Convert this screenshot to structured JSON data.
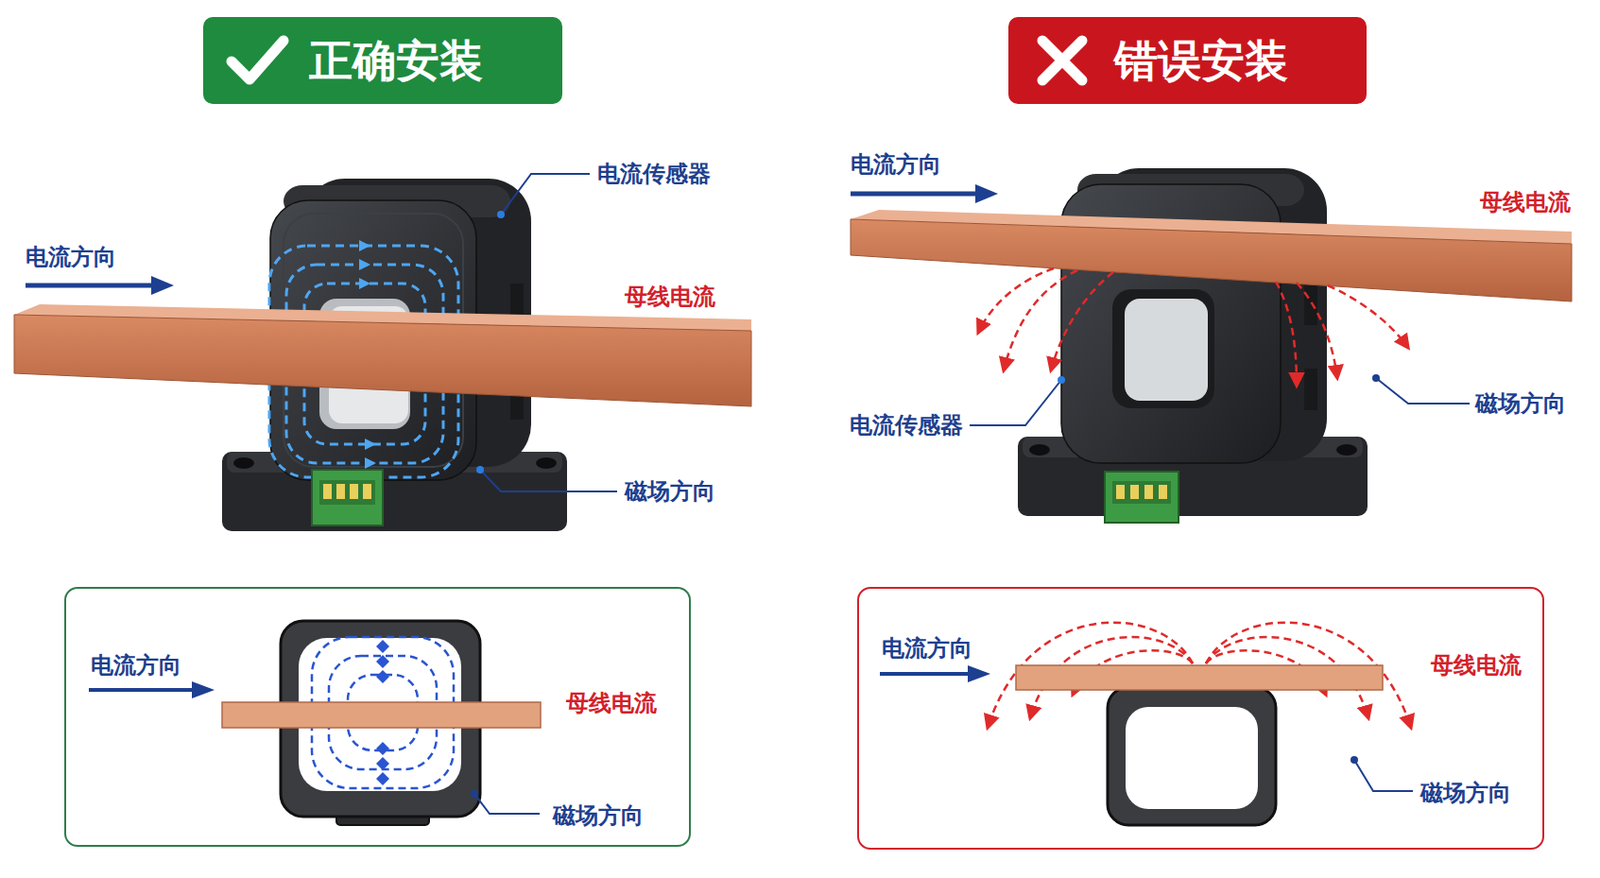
{
  "diagram": {
    "nodes": [
      {
        "text": [
          "正确安装"
        ]
      },
      {
        "text": [
          "错误安装"
        ]
      },
      {
        "text": [
          "电流方向",
          "母线电流",
          "磁场方向"
        ]
      },
      {
        "text": [
          "电流方向",
          "母线电流",
          "磁场方向"
        ]
      }
    ],
    "labels": [
      "电流传感器",
      "电流方向",
      "母线电流",
      "磁场方向",
      "电流方向",
      "母线电流",
      "电流传感器",
      "磁场方向"
    ]
  }
}
